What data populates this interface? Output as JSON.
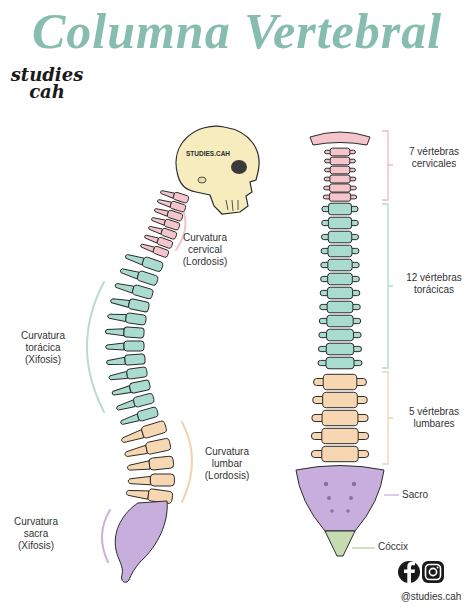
{
  "diagram": {
    "title": "Columna Vertebral",
    "labels": [
      "studies cah",
      "STUDIES.CAH",
      "Curvatura cervical (Lordosis)",
      "Curvatura torácica (Xifosis)",
      "7 vértebras cervicales",
      "12 vértebras torácicas",
      "5 vértebras lumbares",
      "Curvatura lumbar (Lordosis)",
      "Sacro",
      "Curvatura sacra (Xifosis)",
      "Cóccix",
      "@studies.cah"
    ]
  }
}
